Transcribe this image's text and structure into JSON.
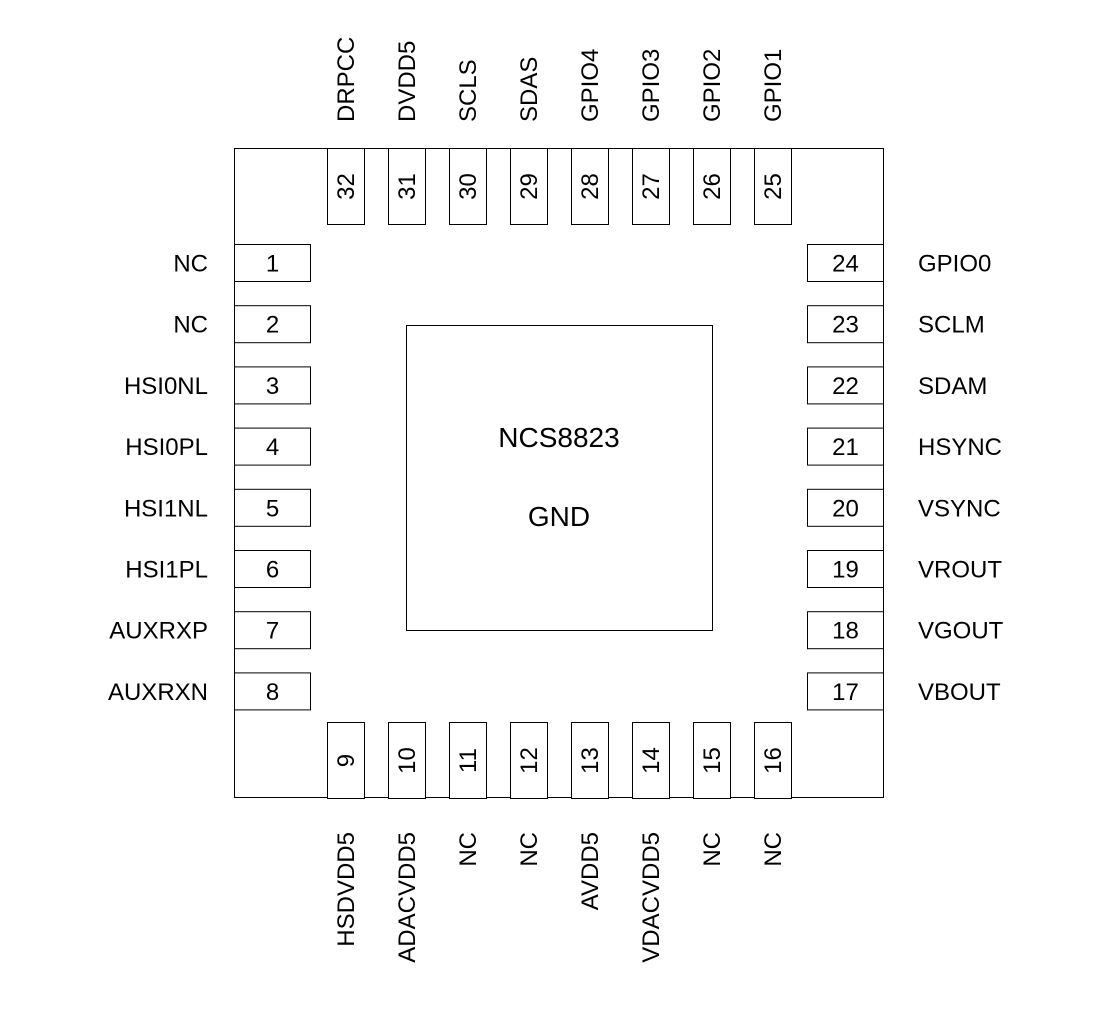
{
  "chip": {
    "part_number": "NCS8823",
    "pad_label": "GND"
  },
  "pins": {
    "left": [
      {
        "num": "1",
        "name": "NC"
      },
      {
        "num": "2",
        "name": "NC"
      },
      {
        "num": "3",
        "name": "HSI0NL"
      },
      {
        "num": "4",
        "name": "HSI0PL"
      },
      {
        "num": "5",
        "name": "HSI1NL"
      },
      {
        "num": "6",
        "name": "HSI1PL"
      },
      {
        "num": "7",
        "name": "AUXRXP"
      },
      {
        "num": "8",
        "name": "AUXRXN"
      }
    ],
    "bottom": [
      {
        "num": "9",
        "name": "HSDVDD5"
      },
      {
        "num": "10",
        "name": "ADACVDD5"
      },
      {
        "num": "11",
        "name": "NC"
      },
      {
        "num": "12",
        "name": "NC"
      },
      {
        "num": "13",
        "name": "AVDD5"
      },
      {
        "num": "14",
        "name": "VDACVDD5"
      },
      {
        "num": "15",
        "name": "NC"
      },
      {
        "num": "16",
        "name": "NC"
      }
    ],
    "right": [
      {
        "num": "24",
        "name": "GPIO0"
      },
      {
        "num": "23",
        "name": "SCLM"
      },
      {
        "num": "22",
        "name": "SDAM"
      },
      {
        "num": "21",
        "name": "HSYNC"
      },
      {
        "num": "20",
        "name": "VSYNC"
      },
      {
        "num": "19",
        "name": "VROUT"
      },
      {
        "num": "18",
        "name": "VGOUT"
      },
      {
        "num": "17",
        "name": "VBOUT"
      }
    ],
    "top": [
      {
        "num": "32",
        "name": "DRPCC"
      },
      {
        "num": "31",
        "name": "DVDD5"
      },
      {
        "num": "30",
        "name": "SCLS"
      },
      {
        "num": "29",
        "name": "SDAS"
      },
      {
        "num": "28",
        "name": "GPIO4"
      },
      {
        "num": "27",
        "name": "GPIO3"
      },
      {
        "num": "26",
        "name": "GPIO2"
      },
      {
        "num": "25",
        "name": "GPIO1"
      }
    ]
  }
}
